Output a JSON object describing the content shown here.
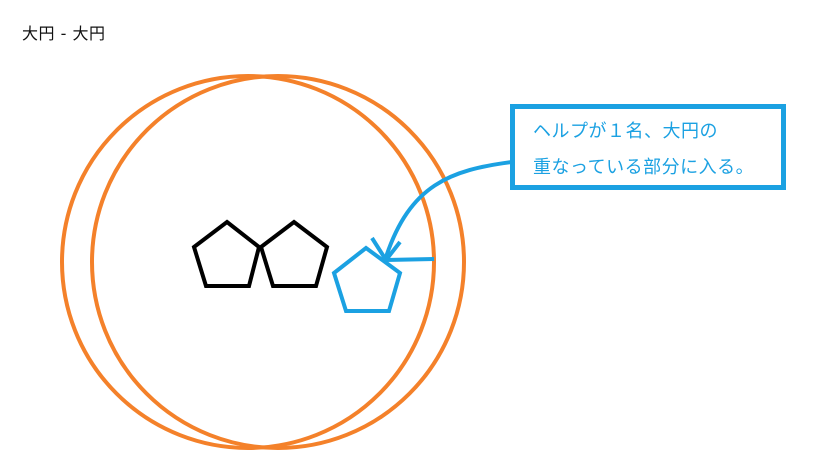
{
  "header": {
    "title": "大円 - 大円"
  },
  "callout": {
    "line1": "ヘルプが１名、大円の",
    "line2": "重なっている部分に入る。"
  },
  "colors": {
    "circle": "#f4812a",
    "callout": "#1ba1e2",
    "pentagon_member": "#000000",
    "pentagon_helper": "#1ba1e2"
  },
  "icons": [
    "pentagon-icon",
    "arrow-icon"
  ]
}
